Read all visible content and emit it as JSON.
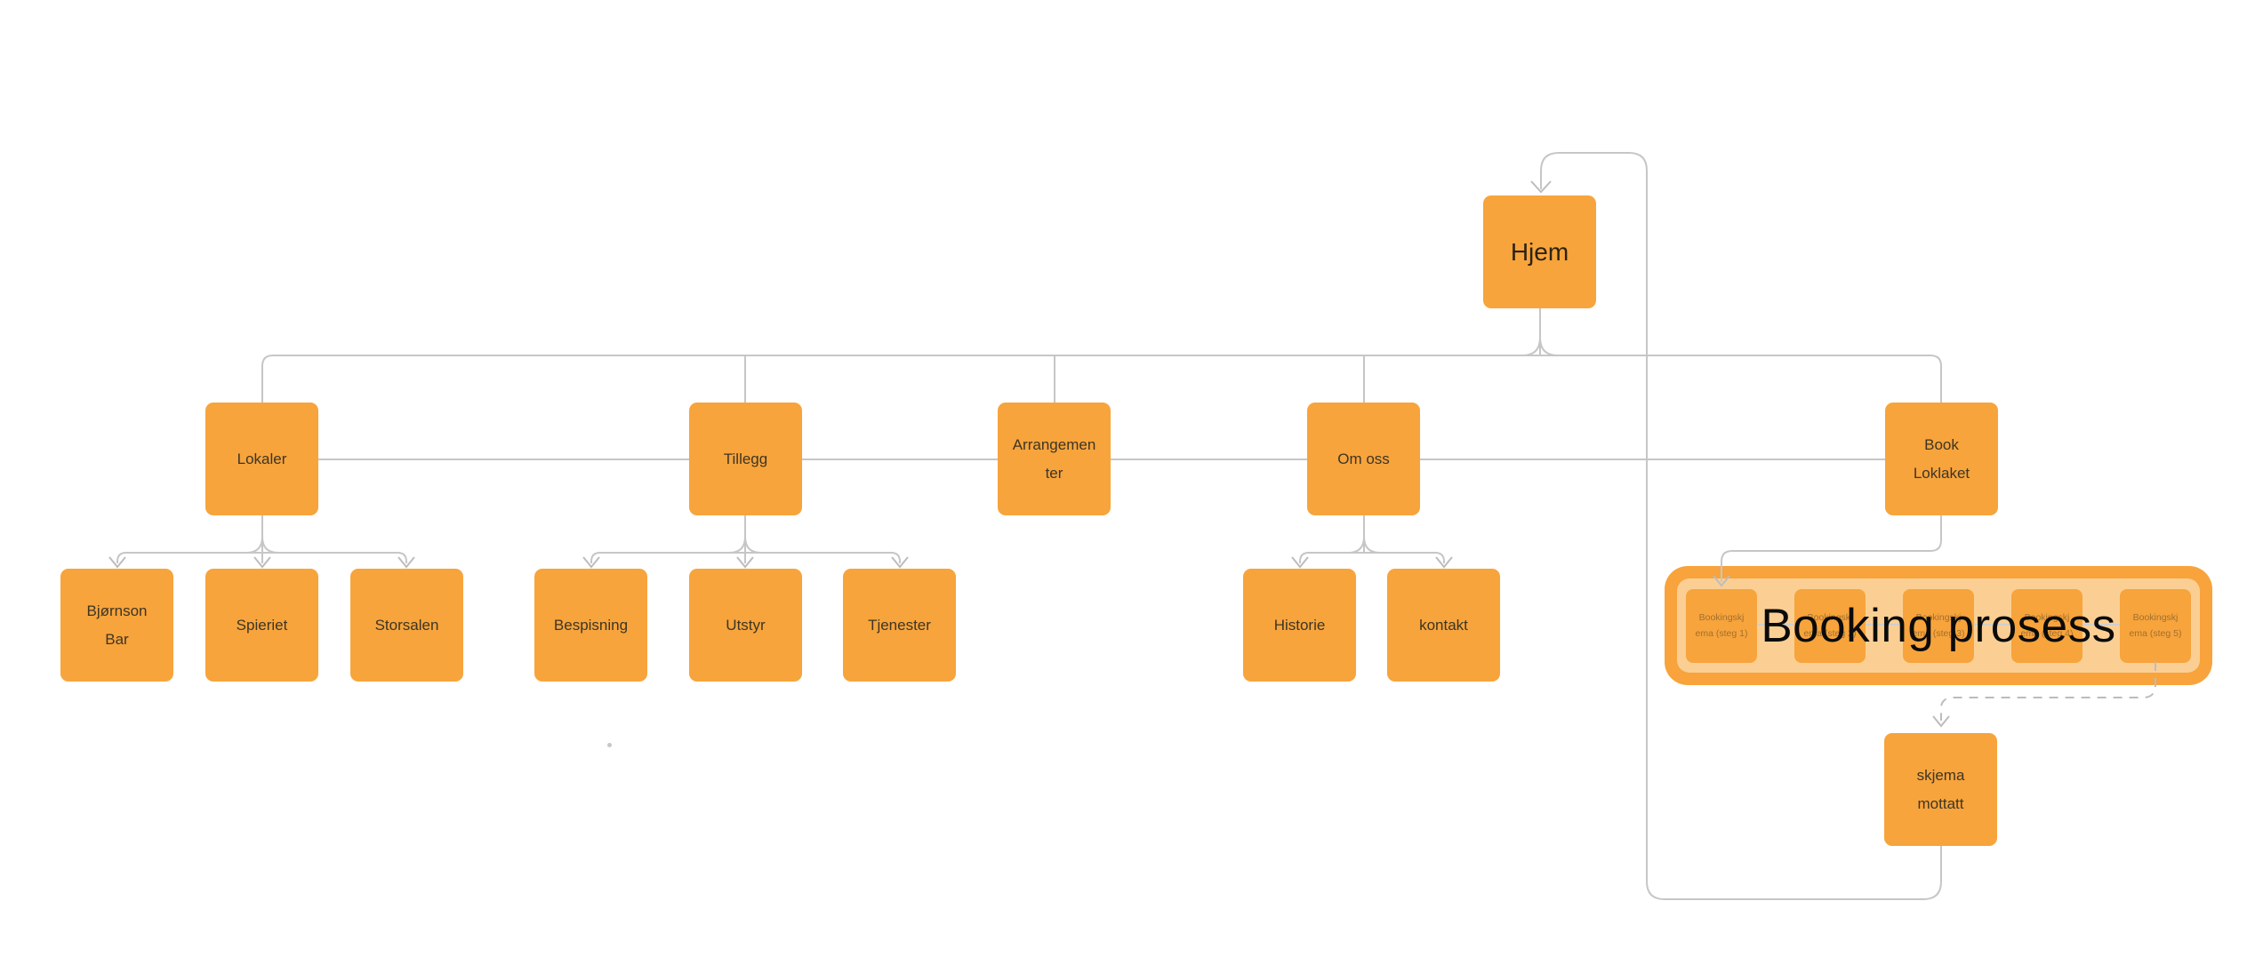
{
  "colors": {
    "node_fill": "#F7A43C",
    "group_border_fill": "#F8A33C",
    "group_inner_fill": "#FBCF93",
    "connector": "#C6C6C6",
    "node_text": "#3D3524",
    "overlay_text": "#0B0B0B"
  },
  "nodes": {
    "hjem": [
      "Hjem"
    ],
    "lokaler": [
      "Lokaler"
    ],
    "tillegg": [
      "Tillegg"
    ],
    "arrangementer": [
      "Arrangemen",
      "ter"
    ],
    "om_oss": [
      "Om oss"
    ],
    "book_loklaket": [
      "Book",
      "Loklaket"
    ],
    "bjornson_bar": [
      "Bjørnson",
      "Bar"
    ],
    "spieriet": [
      "Spieriet"
    ],
    "storsalen": [
      "Storsalen"
    ],
    "bespisning": [
      "Bespisning"
    ],
    "utstyr": [
      "Utstyr"
    ],
    "tjenester": [
      "Tjenester"
    ],
    "historie": [
      "Historie"
    ],
    "kontakt": [
      "kontakt"
    ],
    "skjema_mottatt": [
      "skjema",
      "mottatt"
    ]
  },
  "booking_group": {
    "overlay_label": "Booking prosess",
    "steps": [
      [
        "Bookingskj",
        "ema (steg 1)"
      ],
      [
        "Bookingskj",
        "ema (steg 2)"
      ],
      [
        "Bookingskj",
        "ema (steg 3)"
      ],
      [
        "Bookingskj",
        "ema (steg 4)"
      ],
      [
        "Bookingskj",
        "ema (steg 5)"
      ]
    ]
  }
}
